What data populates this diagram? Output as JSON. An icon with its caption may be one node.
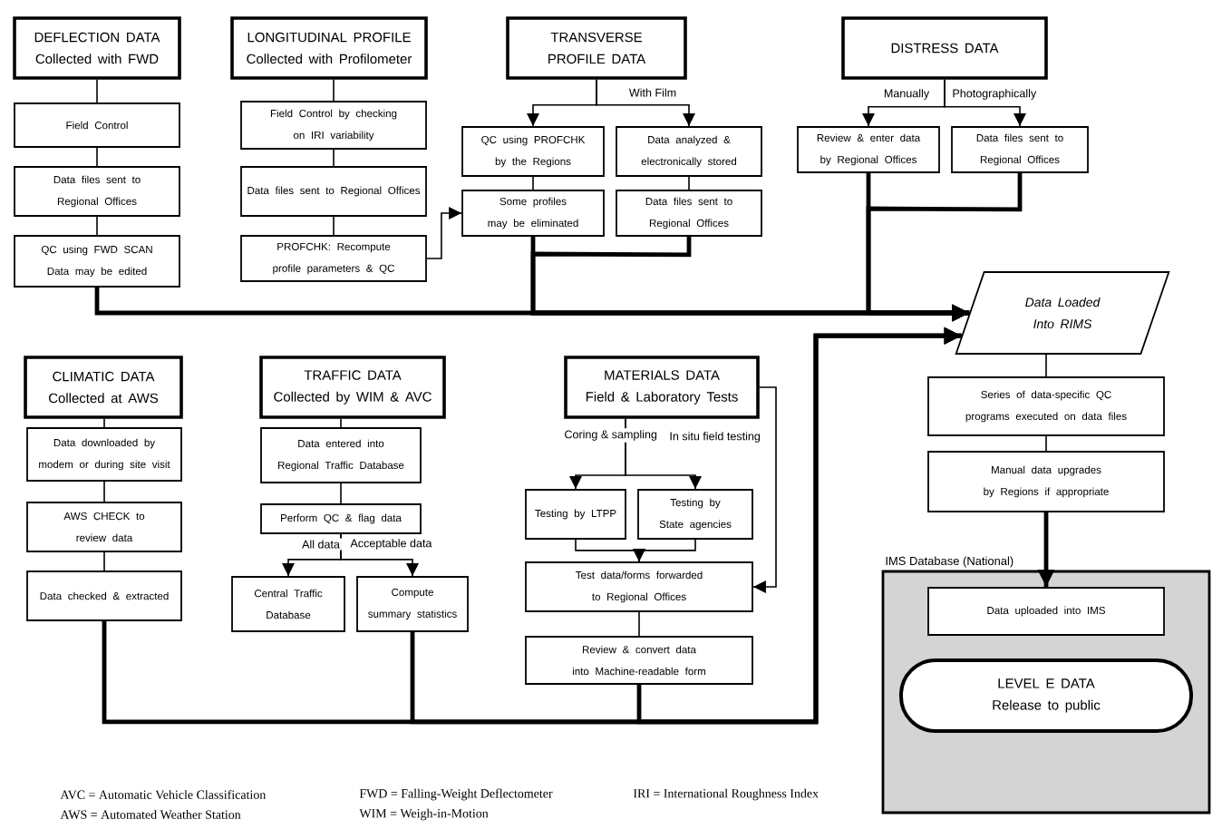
{
  "diagram": {
    "nodes": [
      {
        "text": [
          "DEFLECTION DATA",
          "Collected with FWD"
        ]
      },
      {
        "text": [
          "Field Control"
        ]
      },
      {
        "text": [
          "Data files sent to Regional Offices"
        ]
      },
      {
        "text": [
          "QC using FWD SCAN Data may be edited"
        ]
      },
      {
        "text": [
          "LONGITUDINAL PROFILE",
          "Collected with Profilometer"
        ]
      },
      {
        "text": [
          "Field Control by checking on IRI variability"
        ]
      },
      {
        "text": [
          "Data files sent to Regional Offices"
        ]
      },
      {
        "text": [
          "PROFCHK: Recompute profile parameters & QC"
        ]
      },
      {
        "text": [
          "TRANSVERSE PROFILE DATA"
        ]
      },
      {
        "text": [
          "QC using PROFCHK by the Regions"
        ]
      },
      {
        "text": [
          "Data analyzed & electronically stored"
        ]
      },
      {
        "text": [
          "Some profiles may be eliminated"
        ]
      },
      {
        "text": [
          "Data files sent to Regional Offices"
        ]
      },
      {
        "text": [
          "DISTRESS DATA"
        ]
      },
      {
        "text": [
          "Review & enter data by Regional Offices"
        ]
      },
      {
        "text": [
          "Data files sent to Regional Offices"
        ]
      },
      {
        "text": [
          "Data Loaded Into RIMS"
        ]
      },
      {
        "text": [
          "Series of data-specific QC programs executed on data files"
        ]
      },
      {
        "text": [
          "Manual data upgrades by Regions if appropriate"
        ]
      },
      {
        "text": [
          "IMS Database (National)"
        ]
      },
      {
        "text": [
          "Data uploaded into IMS"
        ],
        "in": 19
      },
      {
        "text": [
          "LEVEL E DATA",
          "Release to public"
        ],
        "in": 19
      },
      {
        "text": [
          "CLIMATIC DATA",
          "Collected at AWS"
        ]
      },
      {
        "text": [
          "Data downloaded by modem or during site visit"
        ]
      },
      {
        "text": [
          "AWS CHECK to review data"
        ]
      },
      {
        "text": [
          "Data checked & extracted"
        ]
      },
      {
        "text": [
          "TRAFFIC DATA",
          "Collected by WIM & AVC"
        ]
      },
      {
        "text": [
          "Data entered into Regional Traffic Database"
        ]
      },
      {
        "text": [
          "Perform QC & flag data"
        ]
      },
      {
        "text": [
          "Central Traffic Database"
        ]
      },
      {
        "text": [
          "Compute summary statistics"
        ]
      },
      {
        "text": [
          "MATERIALS DATA",
          "Field & Laboratory Tests"
        ]
      },
      {
        "text": [
          "Testing by LTPP"
        ]
      },
      {
        "text": [
          "Testing by State agencies"
        ]
      },
      {
        "text": [
          "Test data/forms forwarded to Regional Offices"
        ]
      },
      {
        "text": [
          "Review & convert data into Machine-readable form"
        ]
      }
    ],
    "edges": [
      {
        "from": 0,
        "to": 1,
        "arrow": "none"
      },
      {
        "from": 1,
        "to": 2,
        "arrow": "none"
      },
      {
        "from": 2,
        "to": 3,
        "arrow": "none"
      },
      {
        "from": 4,
        "to": 5,
        "arrow": "none"
      },
      {
        "from": 5,
        "to": 6,
        "arrow": "none"
      },
      {
        "from": 6,
        "to": 7,
        "arrow": "none"
      },
      {
        "from": 7,
        "to": 11,
        "arrow": "to"
      },
      {
        "from": 8,
        "to": 9,
        "arrow": "to"
      },
      {
        "from": 8,
        "to": 10,
        "label": "With Film",
        "arrow": "to"
      },
      {
        "from": 9,
        "to": 11,
        "arrow": "none"
      },
      {
        "from": 10,
        "to": 12,
        "arrow": "none"
      },
      {
        "from": 13,
        "to": 14,
        "label": "Manually",
        "arrow": "to"
      },
      {
        "from": 13,
        "to": 15,
        "label": "Photographically",
        "arrow": "to"
      },
      {
        "from": 3,
        "to": 16,
        "arrow": "to",
        "style": "thick"
      },
      {
        "from": 11,
        "to": 16,
        "arrow": "to",
        "style": "thick"
      },
      {
        "from": 12,
        "to": 16,
        "arrow": "to",
        "style": "thick"
      },
      {
        "from": 14,
        "to": 16,
        "arrow": "to",
        "style": "thick"
      },
      {
        "from": 15,
        "to": 16,
        "arrow": "to",
        "style": "thick"
      },
      {
        "from": 25,
        "to": 16,
        "arrow": "to",
        "style": "thick"
      },
      {
        "from": 30,
        "to": 16,
        "arrow": "to",
        "style": "thick"
      },
      {
        "from": 35,
        "to": 16,
        "arrow": "to",
        "style": "thick"
      },
      {
        "from": 16,
        "to": 17,
        "arrow": "none"
      },
      {
        "from": 17,
        "to": 18,
        "arrow": "none"
      },
      {
        "from": 18,
        "to": 20,
        "arrow": "to",
        "style": "thick"
      },
      {
        "from": 22,
        "to": 23,
        "arrow": "none"
      },
      {
        "from": 23,
        "to": 24,
        "arrow": "none"
      },
      {
        "from": 24,
        "to": 25,
        "arrow": "none"
      },
      {
        "from": 26,
        "to": 27,
        "arrow": "none"
      },
      {
        "from": 27,
        "to": 28,
        "arrow": "none"
      },
      {
        "from": 28,
        "to": 29,
        "label": "All data",
        "arrow": "to"
      },
      {
        "from": 28,
        "to": 30,
        "label": "Acceptable data",
        "arrow": "to"
      },
      {
        "from": 31,
        "to": 32,
        "label": "Coring & sampling",
        "arrow": "to"
      },
      {
        "from": 31,
        "to": 33,
        "arrow": "to"
      },
      {
        "from": 31,
        "to": 34,
        "label": "In situ field testing",
        "arrow": "to"
      },
      {
        "from": 32,
        "to": 34,
        "arrow": "to"
      },
      {
        "from": 33,
        "to": 34,
        "arrow": "to"
      },
      {
        "from": 34,
        "to": 35,
        "arrow": "none"
      }
    ],
    "labels": [
      "AVC = Automatic Vehicle Classification",
      "FWD = Falling-Weight Deflectometer",
      "IRI = International Roughness Index",
      "AWS = Automated Weather Station",
      "WIM = Weigh-in-Motion"
    ]
  }
}
